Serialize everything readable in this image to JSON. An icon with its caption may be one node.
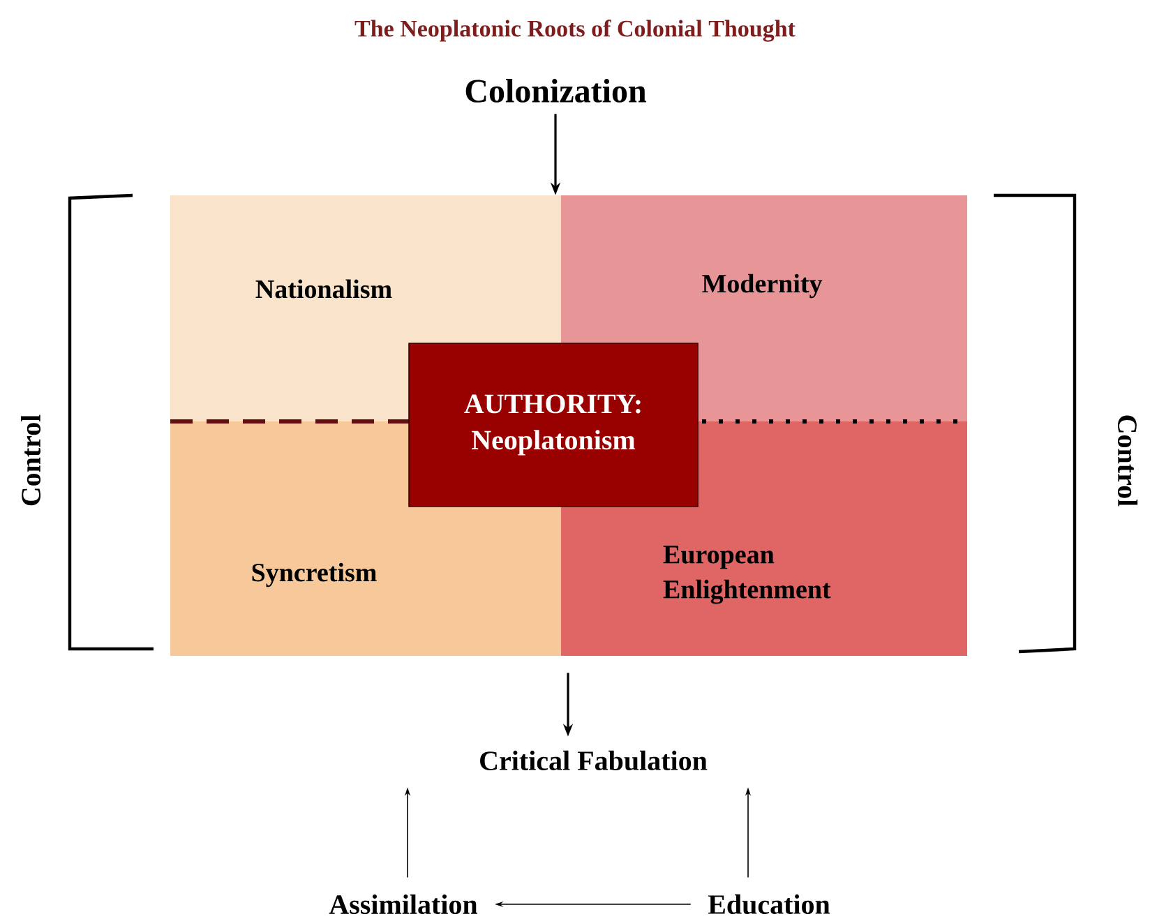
{
  "diagram": {
    "title": "The Neoplatonic Roots of Colonial Thought",
    "nodes": [
      {
        "text": [
          "Colonization"
        ]
      },
      {
        "text": [
          "Nationalism"
        ]
      },
      {
        "text": [
          "Modernity"
        ]
      },
      {
        "text": [
          "Syncretism"
        ]
      },
      {
        "text": [
          "European Enlightenment"
        ]
      },
      {
        "text": [
          "AUTHORITY:",
          "Neoplatonism"
        ]
      },
      {
        "text": [
          "Critical Fabulation"
        ]
      },
      {
        "text": [
          "Assimilation"
        ]
      },
      {
        "text": [
          "Education"
        ]
      }
    ],
    "edges": [
      {
        "from": 0,
        "to": 1,
        "arrow": "to"
      },
      {
        "from": 4,
        "to": 6,
        "arrow": "to"
      },
      {
        "from": 7,
        "to": 6,
        "arrow": "to"
      },
      {
        "from": 8,
        "to": 6,
        "arrow": "to"
      },
      {
        "from": 8,
        "to": 7,
        "arrow": "to"
      }
    ],
    "labels": [
      "Control",
      "Control"
    ]
  }
}
